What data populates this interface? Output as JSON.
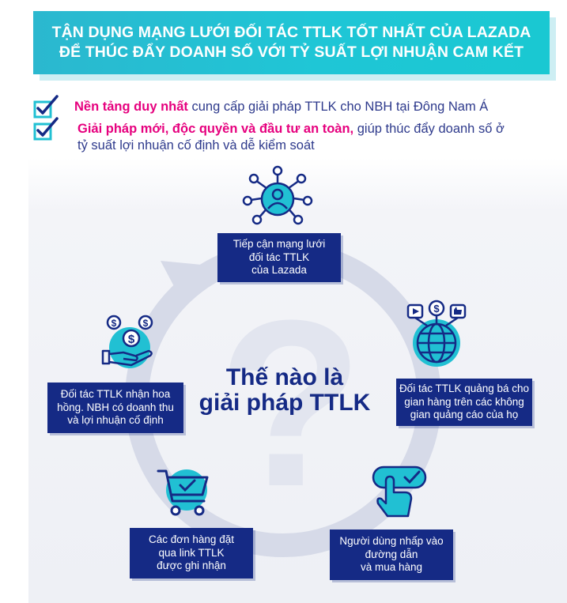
{
  "banner": {
    "line1": "TẬN DỤNG MẠNG LƯỚI ĐỐI TÁC TTLK TỐT NHẤT CỦA LAZADA",
    "line2": "ĐỂ THÚC ĐẨY DOANH SỐ VỚI TỶ SUẤT LỢI NHUẬN CAM KẾT"
  },
  "bullets": [
    {
      "bold": "Nền tảng duy nhất",
      "rest": " cung cấp giải pháp TTLK cho NBH tại Đông Nam Á"
    },
    {
      "bold": "Giải pháp mới, độc quyền và đầu tư an toàn,",
      "rest": " giúp thúc đẩy doanh số ở",
      "line2": "tỷ suất lợi nhuận cố định và dễ kiểm soát"
    }
  ],
  "center": {
    "line1": "Thế nào là",
    "line2": "giải pháp TTLK",
    "qmark": "?"
  },
  "steps": [
    {
      "lines": [
        "Tiếp cận mạng lưới",
        "đối tác TTLK",
        "của Lazada"
      ],
      "icon": "network-user-icon"
    },
    {
      "lines": [
        "Đối tác TTLK quảng bá cho",
        "gian hàng trên các không",
        "gian quảng cáo của họ"
      ],
      "icon": "globe-media-icon"
    },
    {
      "lines": [
        "Người dùng nhấp vào",
        "đường dẫn",
        "và mua hàng"
      ],
      "icon": "click-hand-icon"
    },
    {
      "lines": [
        "Các đơn hàng đặt",
        "qua link TTLK",
        "được ghi nhận"
      ],
      "icon": "shopping-cart-icon"
    },
    {
      "lines": [
        "Đối tác TTLK nhận hoa",
        "hồng. NBH có doanh thu",
        "và lợi nhuận cố định"
      ],
      "icon": "hand-money-icon"
    }
  ],
  "colors": {
    "navy": "#152a85",
    "teal": "#21c0d3",
    "pink": "#e6007e",
    "ring": "#d6dae8"
  }
}
